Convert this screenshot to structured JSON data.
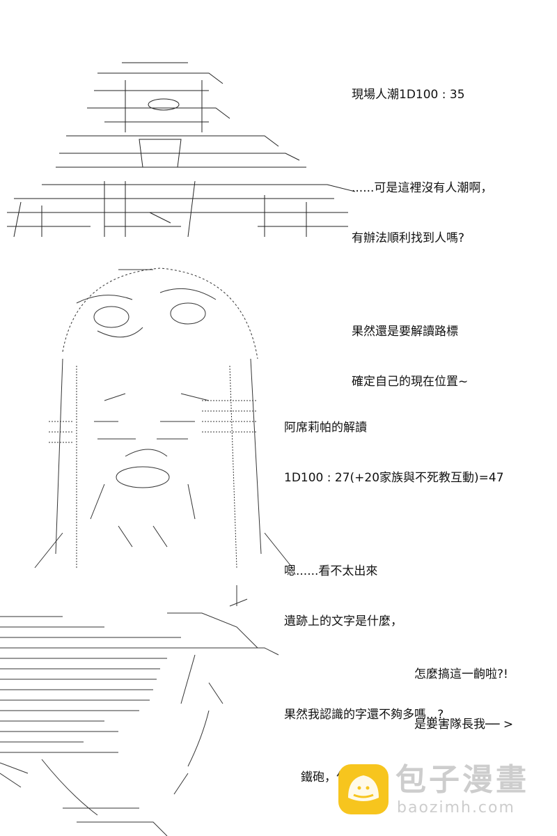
{
  "panel1": {
    "roll": "現場人潮1D100 : 35",
    "line1": "......可是這裡沒有人潮啊，",
    "line2": "有辦法順利找到人嗎?",
    "line3": "果然還是要解讀路標",
    "line4": "確定自己的現在位置~"
  },
  "panel2": {
    "title": "阿席莉帕的解讀",
    "roll": "1D100 : 27(+20家族與不死教互動)=47",
    "line1": "嗯......看不太出來",
    "line2": "遺跡上的文字是什麼，",
    "line3": "果然我認識的字還不夠多嗎...?"
  },
  "panel3": {
    "line1": "怎麼搞這一齣啦?!",
    "line2": "是要害隊長我── >",
    "line3": "鐵砲，住口。"
  },
  "watermark": {
    "name": "包子漫畫",
    "url": "baozimh.com",
    "brand_color": "#f7c51e",
    "text_color": "#cdcdcd"
  }
}
